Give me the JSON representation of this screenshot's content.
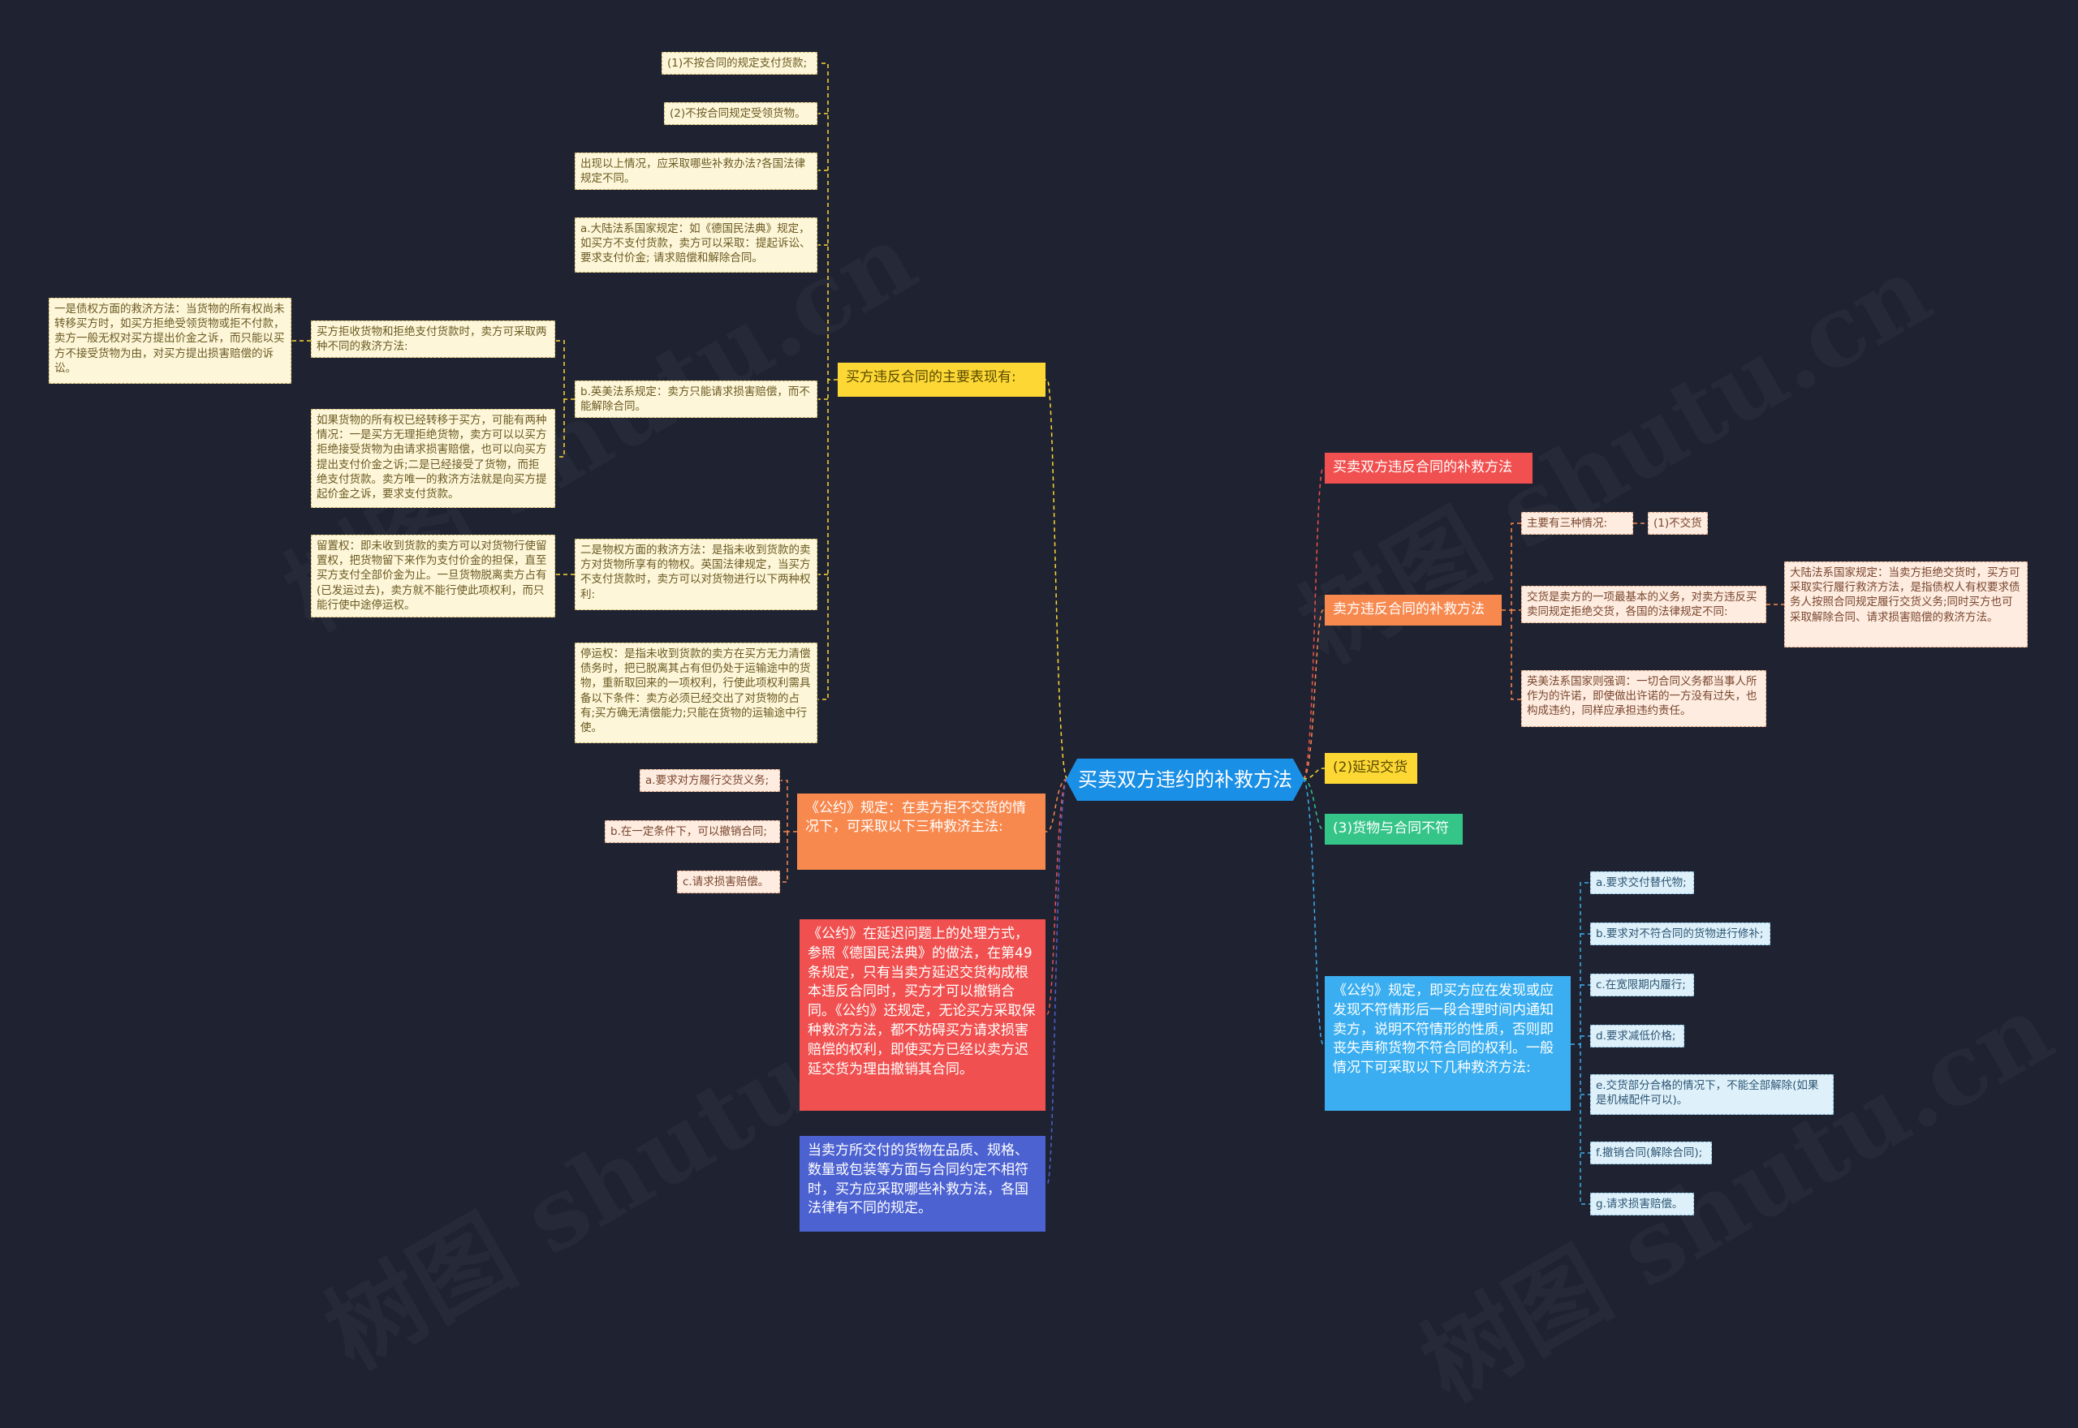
{
  "root": {
    "label": "买卖双方违约的补救方法"
  },
  "left": {
    "buyer_breach_header": "买方违反合同的主要表现有:",
    "buyer_items": [
      "(1)不按合同的规定支付货款;",
      "(2)不按合同规定受领货物。",
      "出现以上情况，应采取哪些补救办法?各国法律规定不同。",
      "a.大陆法系国家规定：如《德国民法典》规定，如买方不支付货款，卖方可以采取：提起诉讼、要求支付价金; 请求赔偿和解除合同。",
      "b.英美法系规定：卖方只能请求损害赔偿，而不能解除合同。",
      "二是物权方面的救济方法：是指未收到货款的卖方对货物所享有的物权。英国法律规定，当买方不支付货款时，卖方可以对货物进行以下两种权利:",
      "停运权：是指未收到货款的卖方在买方无力清偿债务时，把已脱离其占有但仍处于运输途中的货物，重新取回来的一项权利，行使此项权利需具备以下条件：卖方必须已经交出了对货物的占有;买方确无清偿能力;只能在货物的运输途中行使。"
    ],
    "refuse_header": "买方拒收货物和拒绝支付货款时，卖方可采取两种不同的救济方法:",
    "creditor_remedy": "一是债权方面的救济方法：当货物的所有权尚未转移买方时，如买方拒绝受领货物或拒不付款，卖方一般无权对买方提出价金之诉，而只能以买方不接受货物为由，对买方提出损害赔偿的诉讼。",
    "ownership_passed": "如果货物的所有权已经转移于买方，可能有两种情况：一是买方无理拒绝货物，卖方可以以买方拒绝接受货物为由请求损害赔偿，也可以向买方提出支付价金之诉;二是已经接受了货物，而拒绝支付货款。卖方唯一的救济方法就是向买方提起价金之诉，要求支付货款。",
    "lien": "留置权：即未收到货款的卖方可以对货物行使留置权，把货物留下来作为支付价金的担保，直至买方支付全部价金为止。一旦货物脱离卖方占有(已发运过去)，卖方就不能行使此项权利，而只能行使中途停运权。",
    "cisg_rules": "《公约》规定：在卖方拒不交货的情况下，可采取以下三种救济主法:",
    "cisg_items": [
      "a.要求对方履行交货义务;",
      "b.在一定条件下，可以撤销合同;",
      "c.请求损害赔偿。"
    ],
    "delay_text": "《公约》在延迟问题上的处理方式，参照《德国民法典》的做法，在第49条规定，只有当卖方延迟交货构成根本违反合同时，买方才可以撤销合同。《公约》还规定，无论买方采取保种救济方法，都不妨碍买方请求损害赔偿的权利，即使买方已经以卖方迟延交货为理由撤销其合同。",
    "quality_text": "当卖方所交付的货物在品质、规格、数量或包装等方面与合同约定不相符时，买方应采取哪些补救方法，各国法律有不同的规定。"
  },
  "right": {
    "both_breach": "买卖双方违反合同的补救方法",
    "seller_breach": "卖方违反合同的补救方法",
    "three_cases_label": "主要有三种情况:",
    "non_delivery": "(1)不交货",
    "delivery_duty": "交货是卖方的一项最基本的义务，对卖方违反买卖同规定拒绝交货，各国的法律规定不同:",
    "continental": "大陆法系国家规定：当卖方拒绝交货时，买方可采取实行履行救济方法，是指债权人有权要求债务人按照合同规定履行交货义务;同时买方也可采取解除合同、请求损害赔偿的救济方法。",
    "common_law": "英美法系国家则强调：一切合同义务都当事人所作为的许诺，即使做出许诺的一方没有过失，也构成违约，同样应承担违约责任。",
    "late_delivery": "(2)延迟交货",
    "nonconforming": "(3)货物与合同不符",
    "cisg_notice": "《公约》规定，即买方应在发现或应发现不符情形后一段合理时间内通知卖方，说明不符情形的性质，否则即丧失声称货物不符合同的权利。一般情况下可采取以下几种救济方法:",
    "remedies": [
      "a.要求交付替代物;",
      "b.要求对不符合同的货物进行修补;",
      "c.在宽限期内履行;",
      "d.要求减低价格;",
      "e.交货部分合格的情况下，不能全部解除(如果是机械配件可以)。",
      "f.撤销合同(解除合同);",
      "g.请求损害赔偿。"
    ]
  },
  "watermark": "树图 shutu.cn",
  "colors": {
    "background": "#1f2230",
    "root": "#1a8fe6",
    "yellow_branch": "#fdd835",
    "orange_branch": "#f7894f",
    "red_branch": "#f0504f",
    "green_branch": "#35c589",
    "blue_branch": "#3aaef0",
    "indigo_branch": "#4d62d1"
  }
}
